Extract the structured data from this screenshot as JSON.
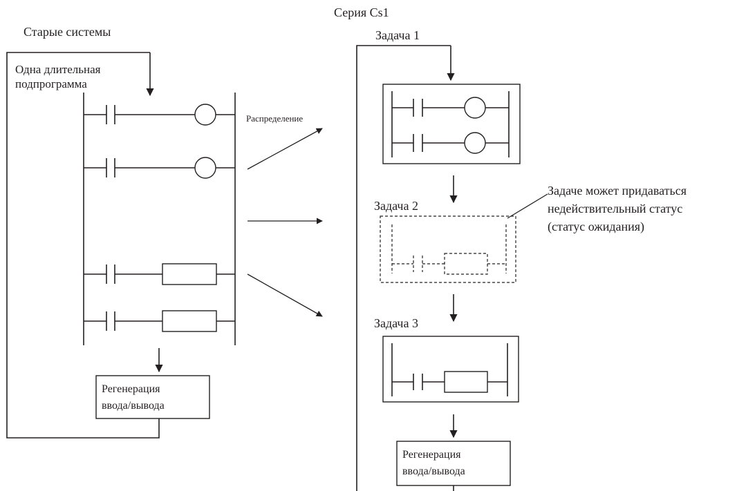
{
  "left": {
    "title": "Старые системы",
    "program_label_line1": "Одна длительная",
    "program_label_line2": "подпрограмма",
    "refresh_line1": "Регенерация",
    "refresh_line2": "ввода/вывода"
  },
  "middle": {
    "distribution_label": "Распределение"
  },
  "right": {
    "title": "Серия Cs1",
    "task1": "Задача 1",
    "task2": "Задача 2",
    "task3": "Задача 3",
    "note_line1": "Задаче может придаваться",
    "note_line2": "недействительный статус",
    "note_line3": "(статус ожидания)",
    "refresh_line1": "Регенерация",
    "refresh_line2": "ввода/вывода"
  }
}
